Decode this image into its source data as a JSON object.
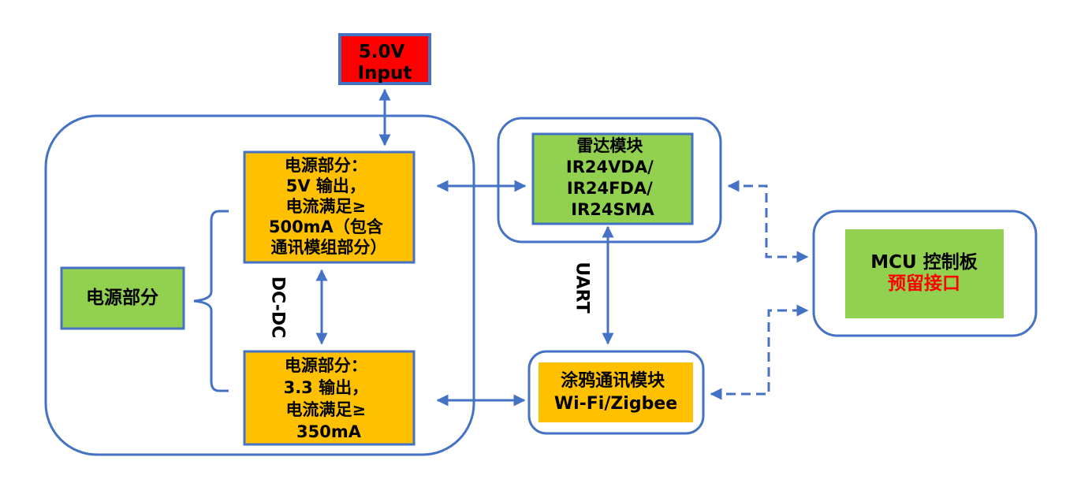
{
  "input": {
    "lines": [
      "5.0V",
      "Input"
    ]
  },
  "power_label": "电源部分",
  "dcdc_label": "DC-DC",
  "power_5v": {
    "lines": [
      "电源部分：",
      "5V 输出，",
      "电流满足≥",
      "500mA（包含",
      "通讯模组部分）"
    ]
  },
  "power_33": {
    "lines": [
      "电源部分：",
      "3.3 输出，",
      "电流满足≥",
      "350mA"
    ]
  },
  "radar": {
    "lines": [
      "雷达模块",
      "IR24VDA/",
      "IR24FDA/",
      "IR24SMA"
    ]
  },
  "uart_label": "UART",
  "tuya": {
    "lines": [
      "涂鸦通讯模块",
      "Wi-Fi/Zigbee"
    ]
  },
  "mcu": {
    "line1": "MCU 控制板",
    "line2": "预留接口"
  },
  "colors": {
    "outline": "#4472C4",
    "orange": "#FFC000",
    "green": "#92D050",
    "red_box": "#FF0000",
    "red_text": "#FF0000"
  }
}
